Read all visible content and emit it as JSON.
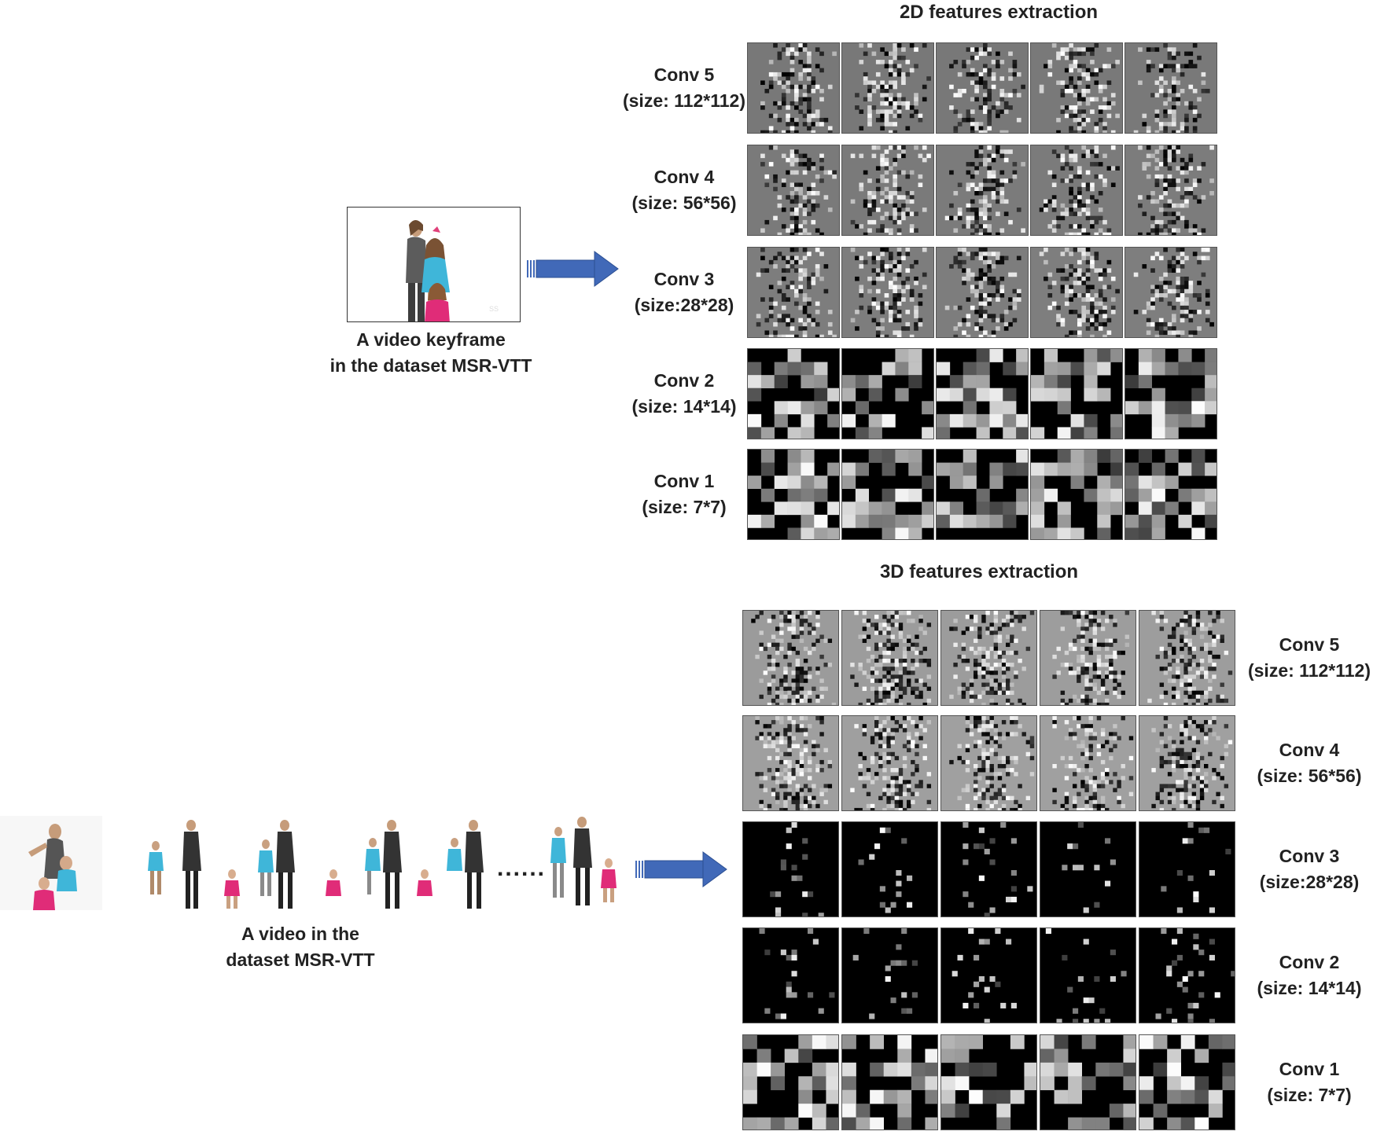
{
  "section_2d": {
    "title": "2D features extraction",
    "layers": [
      {
        "name": "Conv 5",
        "size": "(size: 112*112)",
        "tone": "mid"
      },
      {
        "name": "Conv 4",
        "size": "(size: 56*56)",
        "tone": "mid"
      },
      {
        "name": "Conv 3",
        "size": "(size:28*28)",
        "tone": "mid"
      },
      {
        "name": "Conv 2",
        "size": "(size: 14*14)",
        "tone": "dark"
      },
      {
        "name": "Conv 1",
        "size": "(size: 7*7)",
        "tone": "dark"
      }
    ],
    "maps_per_layer": 5
  },
  "section_3d": {
    "title": "3D features extraction",
    "layers": [
      {
        "name": "Conv 5",
        "size": "(size: 112*112)",
        "tone": "light"
      },
      {
        "name": "Conv 4",
        "size": "(size: 56*56)",
        "tone": "light"
      },
      {
        "name": "Conv 3",
        "size": "(size:28*28)",
        "tone": "sparse"
      },
      {
        "name": "Conv 2",
        "size": "(size: 14*14)",
        "tone": "sparse"
      },
      {
        "name": "Conv 1",
        "size": "(size: 7*7)",
        "tone": "dark"
      }
    ],
    "maps_per_layer": 5
  },
  "keyframe_caption": {
    "line1": "A video keyframe",
    "line2": "in the dataset MSR-VTT"
  },
  "video_caption": {
    "line1": "A video in the",
    "line2": "dataset MSR-VTT"
  },
  "ellipsis": "......",
  "colors": {
    "arrow": "#4169b8",
    "arrow_dark": "#2c4f92",
    "text": "#222222"
  }
}
